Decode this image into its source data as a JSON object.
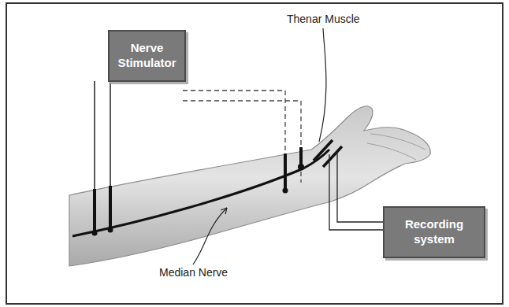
{
  "diagram": {
    "nodes": [
      {
        "text": [
          "Nerve Stimulator"
        ]
      },
      {
        "text": [
          "Recording system"
        ]
      }
    ],
    "labels": [
      "Thenar Muscle",
      "Median Nerve"
    ]
  }
}
